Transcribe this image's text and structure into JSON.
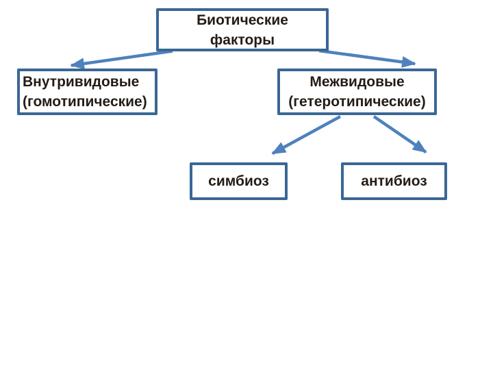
{
  "colors": {
    "background": "#FFFFFF",
    "box-border": "#3A6795",
    "arrow": "#4E81BD",
    "text": "#241C15"
  },
  "diagram": {
    "nodes": {
      "root": {
        "label": "Биотические\nфакторы"
      },
      "left": {
        "label": "Внутривидовые\n(гомотипические)"
      },
      "right": {
        "label": "Межвидовые\n(гетеротипические)"
      },
      "leaf_a": {
        "label": "симбиоз"
      },
      "leaf_b": {
        "label": "антибиоз"
      }
    },
    "edges": [
      {
        "from": "Биотические факторы",
        "to": "Внутривидовые (гомотипические)"
      },
      {
        "from": "Биотические факторы",
        "to": "Межвидовые (гетеротипические)"
      },
      {
        "from": "Межвидовые (гетеротипические)",
        "to": "симбиоз"
      },
      {
        "from": "Межвидовые (гетеротипические)",
        "to": "антибиоз"
      }
    ]
  }
}
